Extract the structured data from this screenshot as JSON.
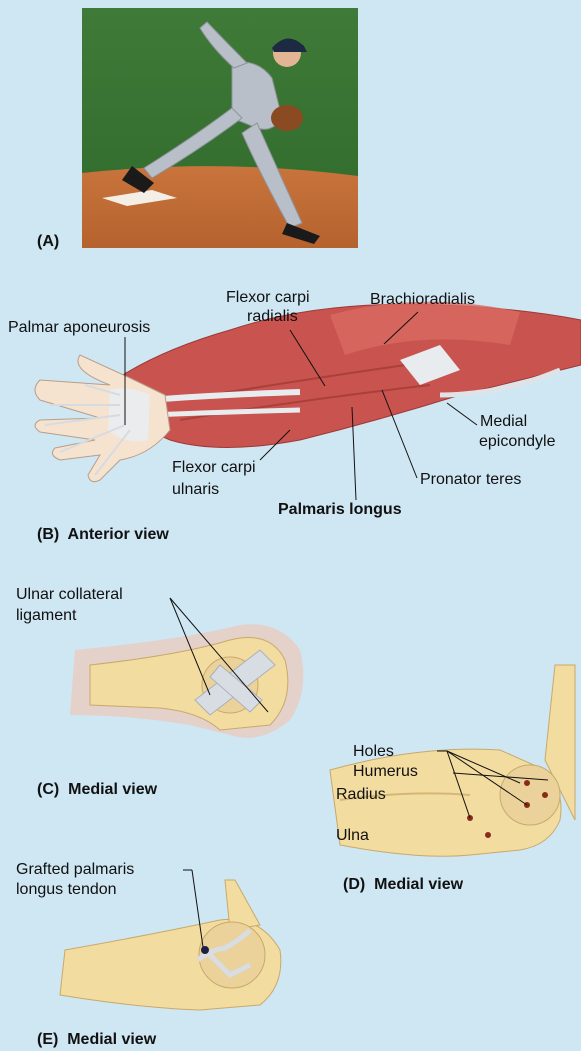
{
  "panel_a": {
    "tag": "(A)"
  },
  "panel_b": {
    "caption_letter": "(B)",
    "caption_text": "Anterior view",
    "labels": {
      "palmar_aponeurosis": "Palmar aponeurosis",
      "flexor_carpi_radialis_1": "Flexor carpi",
      "flexor_carpi_radialis_2": "radialis",
      "brachioradialis": "Brachioradialis",
      "medial_epicondyle_1": "Medial",
      "medial_epicondyle_2": "epicondyle",
      "pronator_teres": "Pronator teres",
      "flexor_carpi_ulnaris_1": "Flexor carpi",
      "flexor_carpi_ulnaris_2": "ulnaris",
      "palmaris_longus": "Palmaris longus"
    }
  },
  "panel_c": {
    "caption_letter": "(C)",
    "caption_text": "Medial view",
    "labels": {
      "ulnar_collateral_1": "Ulnar collateral",
      "ulnar_collateral_2": "ligament"
    }
  },
  "panel_d": {
    "caption_letter": "(D)",
    "caption_text": "Medial view",
    "labels": {
      "humerus": "Humerus",
      "holes": "Holes",
      "radius": "Radius",
      "ulna": "Ulna"
    }
  },
  "panel_e": {
    "caption_letter": "(E)",
    "caption_text": "Medial view",
    "labels": {
      "grafted_1": "Grafted palmaris",
      "grafted_2": "longus tendon"
    }
  },
  "colors": {
    "background": "#cfe6f3",
    "muscle": "#c9534e",
    "tendon": "#e9ecef",
    "bone": "#f2dca0",
    "ligament": "#d8dde4"
  }
}
